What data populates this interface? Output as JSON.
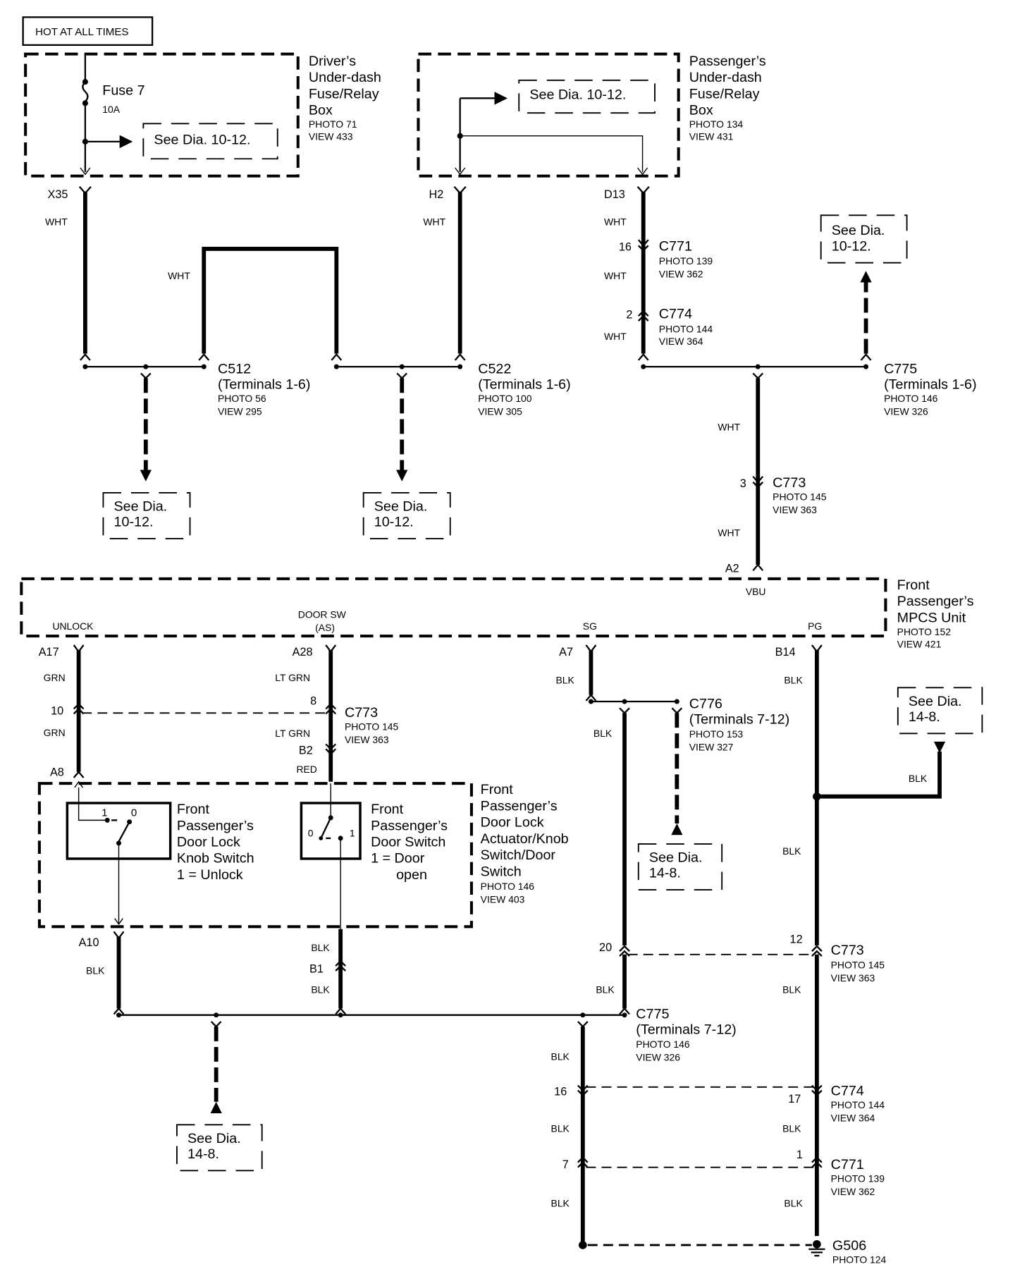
{
  "header": {
    "label": "HOT AT ALL TIMES"
  },
  "drivers_box": {
    "title_lines": [
      "Driver’s",
      "Under-dash",
      "Fuse/Relay",
      "Box"
    ],
    "photo": "PHOTO 71",
    "view": "VIEW 433",
    "fuse_name": "Fuse 7",
    "fuse_rating": "10A",
    "ref": "See Dia. 10-12.",
    "terminal": "X35"
  },
  "passengers_box": {
    "title_lines": [
      "Passenger’s",
      "Under-dash",
      "Fuse/Relay",
      "Box"
    ],
    "photo": "PHOTO 134",
    "view": "VIEW 431",
    "ref": "See Dia. 10-12.",
    "terminal_left": "H2",
    "terminal_right": "D13"
  },
  "wire_colors": {
    "wht": "WHT",
    "grn": "GRN",
    "lt_grn": "LT GRN",
    "red": "RED",
    "blk": "BLK"
  },
  "connectors": {
    "c512": {
      "name": "C512",
      "terms": "(Terminals 1-6)",
      "photo": "PHOTO 56",
      "view": "VIEW 295"
    },
    "c522": {
      "name": "C522",
      "terms": "(Terminals 1-6)",
      "photo": "PHOTO 100",
      "view": "VIEW 305"
    },
    "c771_top": {
      "name": "C771",
      "pin": "16",
      "photo": "PHOTO 139",
      "view": "VIEW 362"
    },
    "c774_top": {
      "name": "C774",
      "pin": "2",
      "photo": "PHOTO 144",
      "view": "VIEW 364"
    },
    "c775_top": {
      "name": "C775",
      "terms": "(Terminals 1-6)",
      "photo": "PHOTO 146",
      "view": "VIEW 326"
    },
    "c773_top": {
      "name": "C773",
      "pin": "3",
      "photo": "PHOTO 145",
      "view": "VIEW 363"
    },
    "c773_mid": {
      "name": "C773",
      "pin_left": "10",
      "pin_right": "8",
      "photo": "PHOTO 145",
      "view": "VIEW 363"
    },
    "c776": {
      "name": "C776",
      "terms": "(Terminals 7-12)",
      "photo": "PHOTO 153",
      "view": "VIEW 327"
    },
    "c773_low": {
      "name": "C773",
      "pin_left": "20",
      "pin_right": "12",
      "photo": "PHOTO 145",
      "view": "VIEW 363"
    },
    "c775_low": {
      "name": "C775",
      "terms": "(Terminals 7-12)",
      "photo": "PHOTO 146",
      "view": "VIEW 326"
    },
    "c774_low": {
      "name": "C774",
      "pin_left": "16",
      "pin_right": "17",
      "photo": "PHOTO 144",
      "view": "VIEW 364"
    },
    "c771_low": {
      "name": "C771",
      "pin_left": "7",
      "pin_right": "1",
      "photo": "PHOTO 139",
      "view": "VIEW 362"
    }
  },
  "refs": {
    "dia_10_12_a": [
      "See Dia.",
      "10-12."
    ],
    "dia_10_12_b": [
      "See Dia.",
      "10-12."
    ],
    "dia_10_12_c": [
      "See Dia.",
      "10-12."
    ],
    "dia_14_8_a": [
      "See Dia.",
      "14-8."
    ],
    "dia_14_8_b": [
      "See Dia.",
      "14-8."
    ],
    "dia_14_8_c": [
      "See Dia.",
      "14-8."
    ]
  },
  "mpcs_unit": {
    "title_lines": [
      "Front",
      "Passenger’s",
      "MPCS Unit"
    ],
    "photo": "PHOTO 152",
    "view": "VIEW 421",
    "pins": {
      "vbu": {
        "label": "VBU",
        "terminal": "A2"
      },
      "unlock": {
        "label": "UNLOCK",
        "terminal": "A17"
      },
      "door_sw": {
        "label_lines": [
          "DOOR SW",
          "(AS)"
        ],
        "terminal": "A28"
      },
      "sg": {
        "label": "SG",
        "terminal": "A7"
      },
      "pg": {
        "label": "PG",
        "terminal": "B14"
      }
    }
  },
  "actuator": {
    "title_lines": [
      "Front",
      "Passenger’s",
      "Door Lock",
      "Actuator/Knob",
      "Switch/Door",
      "Switch"
    ],
    "photo": "PHOTO 146",
    "view": "VIEW 403",
    "terminals": {
      "a8": "A8",
      "b2": "B2",
      "a10": "A10",
      "b1": "B1"
    },
    "knob_switch": {
      "lines": [
        "Front",
        "Passenger’s",
        "Door Lock",
        "Knob Switch",
        "1 = Unlock"
      ],
      "pos1": "1",
      "pos0": "0"
    },
    "door_switch": {
      "lines": [
        "Front",
        "Passenger’s",
        "Door Switch",
        "1 = Door",
        "open"
      ],
      "pos0": "0",
      "pos1": "1"
    }
  },
  "ground": {
    "name": "G506",
    "photo": "PHOTO 124"
  }
}
